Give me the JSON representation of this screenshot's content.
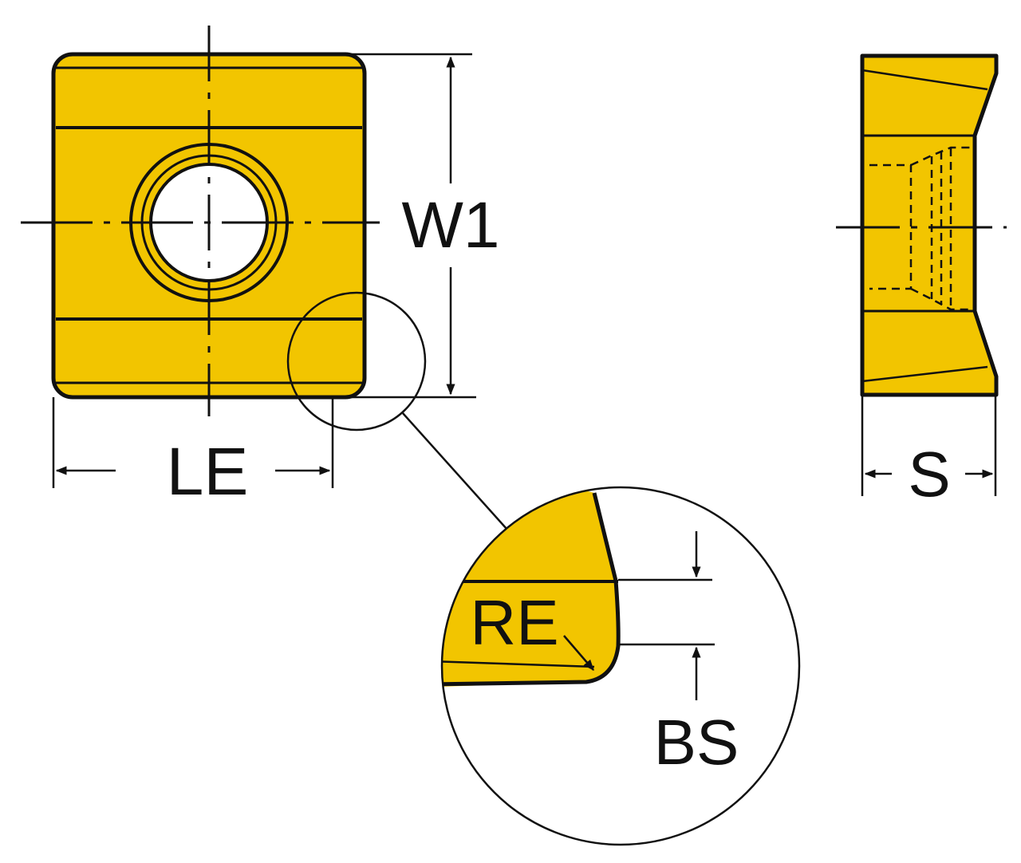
{
  "labels": {
    "width": "W1",
    "length": "LE",
    "thickness": "S",
    "corner_radius": "RE",
    "parallel_land": "BS"
  },
  "colors": {
    "insert_fill": "#F2C500",
    "line": "#111111",
    "background": "#FFFFFF"
  }
}
